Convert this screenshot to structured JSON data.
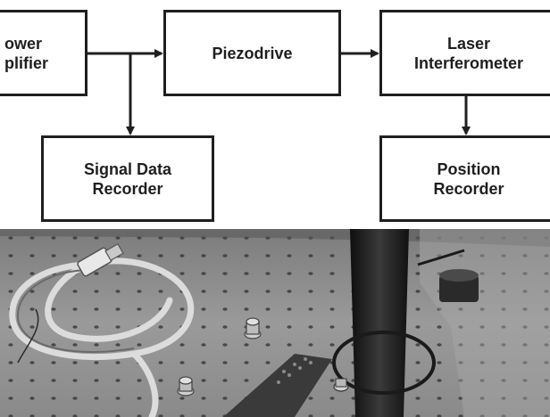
{
  "diagram": {
    "boxes": {
      "power_amplifier": "ower\nplifier",
      "piezodrive": "Piezodrive",
      "laser_interferometer": "Laser\nInterferometer",
      "signal_data_recorder": "Signal Data\nRecorder",
      "position_recorder": "Position\nRecorder"
    }
  },
  "photo": {
    "description": "Grayscale photo of an optical breadboard with a coiled cable and connector, a dark vertical piezo mount, and mounting posts",
    "colors": {
      "table": "#8f8f8f",
      "table_shadow": "#6a6a6a",
      "holes": "#3a3a3a",
      "cable": "#d8d8d8",
      "mount": "#1e1e1e"
    }
  }
}
